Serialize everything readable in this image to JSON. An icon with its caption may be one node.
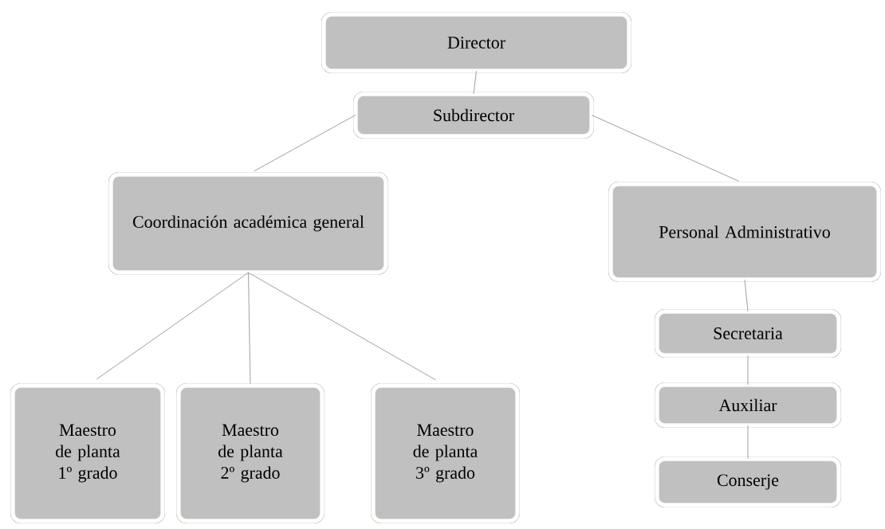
{
  "diagram": {
    "nodes": [
      {
        "text": [
          "Director"
        ]
      },
      {
        "text": [
          "Subdirector"
        ]
      },
      {
        "text": [
          "Coordinación académica general"
        ]
      },
      {
        "text": [
          "Personal Administrativo"
        ]
      },
      {
        "text": [
          "Maestro de planta 1º grado"
        ]
      },
      {
        "text": [
          "Maestro de planta 2º grado"
        ]
      },
      {
        "text": [
          "Maestro de planta 3º grado"
        ]
      },
      {
        "text": [
          "Secretaria"
        ]
      },
      {
        "text": [
          "Auxiliar"
        ]
      },
      {
        "text": [
          "Conserje"
        ]
      }
    ],
    "edges": [
      {
        "from": 0,
        "to": 1,
        "arrow": "none"
      },
      {
        "from": 1,
        "to": 2,
        "arrow": "none"
      },
      {
        "from": 1,
        "to": 3,
        "arrow": "none"
      },
      {
        "from": 2,
        "to": 4,
        "arrow": "none"
      },
      {
        "from": 2,
        "to": 5,
        "arrow": "none"
      },
      {
        "from": 2,
        "to": 6,
        "arrow": "none"
      },
      {
        "from": 3,
        "to": 7,
        "arrow": "none"
      },
      {
        "from": 7,
        "to": 8,
        "arrow": "none"
      },
      {
        "from": 8,
        "to": 9,
        "arrow": "none"
      }
    ]
  }
}
